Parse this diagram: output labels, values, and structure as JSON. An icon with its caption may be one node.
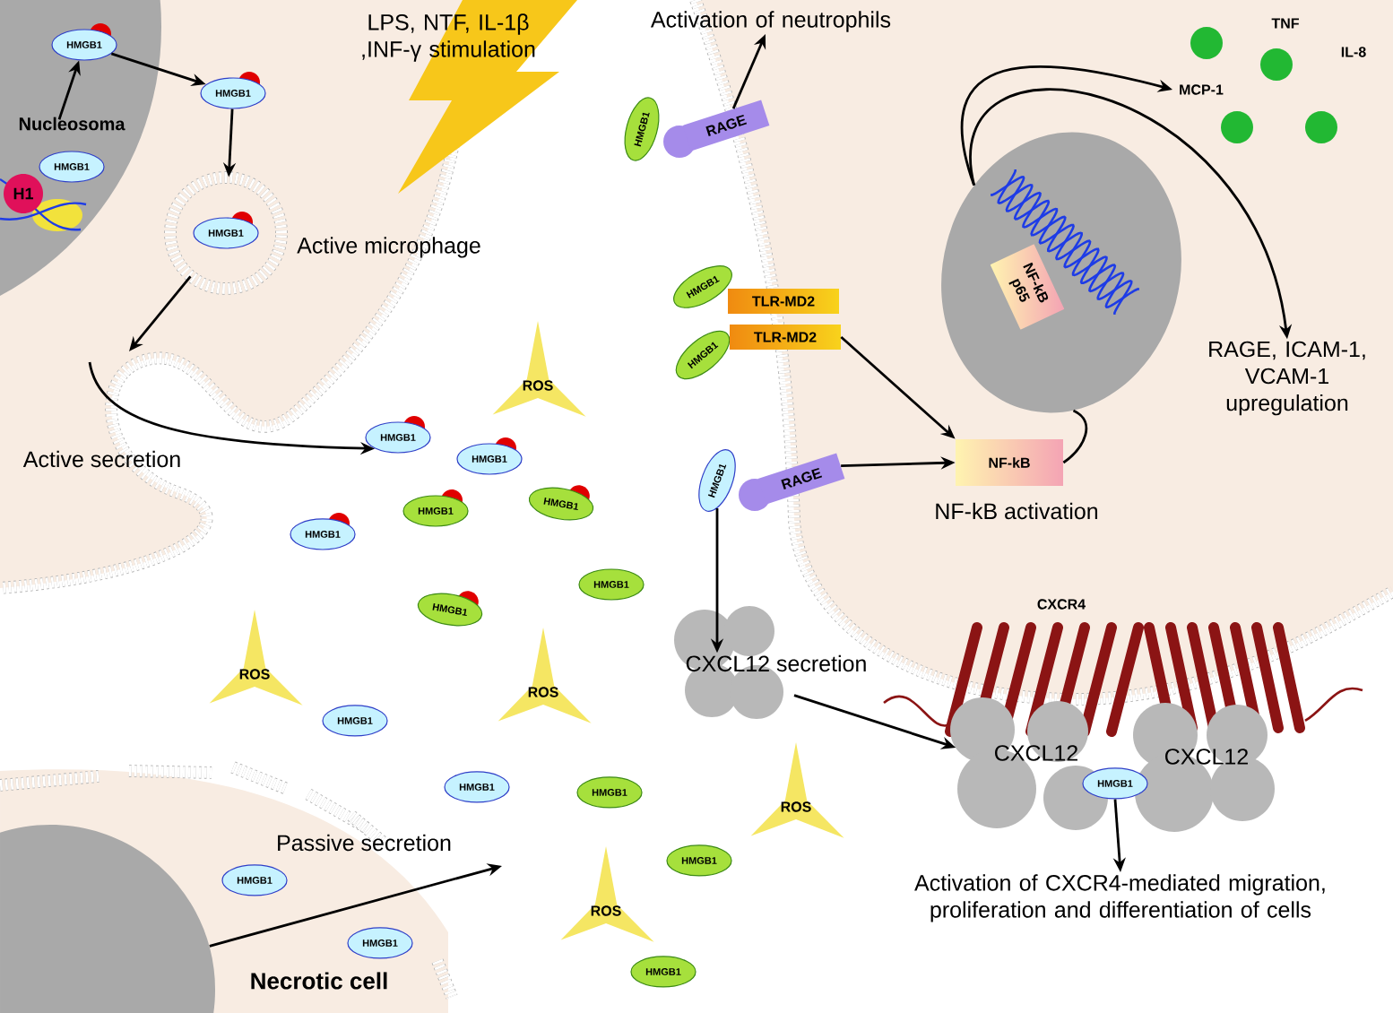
{
  "diagram": {
    "nodes": [
      {
        "text": [],
        "shape": "circle"
      },
      {
        "text": [
          "HMGB1"
        ],
        "in": 0
      },
      {
        "text": [
          "H1"
        ],
        "in": 0
      },
      {
        "text": [
          "HMGB1"
        ],
        "in": 0
      },
      {
        "text": [
          "HMGB1"
        ]
      },
      {
        "text": [],
        "shape": "circle"
      },
      {
        "text": [
          "HMGB1"
        ],
        "in": 5
      },
      {
        "text": [
          "HMGB1"
        ]
      },
      {
        "text": [
          "RAGE"
        ]
      },
      {
        "text": [
          "Activation of neutrophils"
        ]
      },
      {
        "text": [
          "MCP-1"
        ]
      },
      {
        "text": [],
        "shape": "circle"
      },
      {
        "text": [
          "NF-kB p65"
        ],
        "in": 11
      },
      {
        "text": [
          "HMGB1"
        ]
      },
      {
        "text": [
          "TLR-MD2"
        ]
      },
      {
        "text": [
          "HMGB1"
        ]
      },
      {
        "text": [
          "TLR-MD2"
        ]
      },
      {
        "text": [
          "RAGE, ICAM-1, VCAM-1 upregulation"
        ]
      },
      {
        "text": [
          "HMGB1"
        ]
      },
      {
        "text": [
          "RAGE"
        ]
      },
      {
        "text": [
          "NF-kB"
        ],
        "beside": [
          "NF-kB activation"
        ]
      },
      {
        "text": [
          "ROS"
        ]
      },
      {
        "text": [
          "HMGB1"
        ]
      },
      {
        "text": [
          "HMGB1"
        ]
      },
      {
        "text": [
          "HMGB1"
        ]
      },
      {
        "text": [
          "HMGB1"
        ]
      },
      {
        "text": [
          "HMGB1"
        ]
      },
      {
        "text": [
          "HMGB1"
        ]
      },
      {
        "text": [
          "HMGB1"
        ]
      },
      {
        "text": [
          "CXCL12 secretion"
        ]
      },
      {
        "text": [
          "ROS"
        ]
      },
      {
        "text": [
          "ROS"
        ]
      },
      {
        "text": [
          "HMGB1"
        ]
      },
      {
        "text": [
          "CXCL12"
        ]
      },
      {
        "text": [
          "CXCL12"
        ]
      },
      {
        "text": [
          "HMGB1"
        ]
      },
      {
        "text": [
          "HMGB1"
        ]
      },
      {
        "text": [
          "HMGB1"
        ]
      },
      {
        "text": [
          "ROS"
        ]
      },
      {
        "text": [
          "HMGB1"
        ]
      },
      {
        "text": [
          "Activation of CXCR4-mediated migration, proliferation and differentiation of cells"
        ]
      },
      {
        "text": [
          "HMGB1"
        ]
      },
      {
        "text": [
          "ROS"
        ]
      },
      {
        "text": [
          "HMGB1"
        ]
      },
      {
        "text": [
          "HMGB1"
        ]
      },
      {
        "text": [
          "Necrotic cell"
        ]
      },
      {
        "text": [
          "Nucleosoma"
        ],
        "in": 0
      }
    ],
    "edges": [
      {
        "from": 46,
        "to": 1,
        "arrow": "to"
      },
      {
        "from": 1,
        "to": 4,
        "arrow": "to"
      },
      {
        "from": 4,
        "to": 5,
        "arrow": "to"
      },
      {
        "from": 5,
        "to": null,
        "arrow": "to"
      },
      {
        "from": null,
        "to": 22,
        "arrow": "to"
      },
      {
        "from": 8,
        "to": 9,
        "arrow": "to"
      },
      {
        "from": 16,
        "to": 20,
        "arrow": "to"
      },
      {
        "from": 19,
        "to": 20,
        "arrow": "to"
      },
      {
        "from": 20,
        "to": 11,
        "arrow": "none"
      },
      {
        "from": 11,
        "to": 10,
        "arrow": "to"
      },
      {
        "from": 11,
        "to": 17,
        "arrow": "to"
      },
      {
        "from": 18,
        "to": 29,
        "arrow": "to"
      },
      {
        "from": 29,
        "to": 33,
        "arrow": "to"
      },
      {
        "from": 35,
        "to": 40,
        "arrow": "to"
      },
      {
        "from": 45,
        "to": null,
        "arrow": "to"
      }
    ],
    "labels": [
      "LPS, NTF, IL-1β ,INF-γ stimulation",
      "Active microphage",
      "Active secretion",
      "TNF",
      "IL-8",
      "CXCR4",
      "Passive secretion"
    ]
  }
}
